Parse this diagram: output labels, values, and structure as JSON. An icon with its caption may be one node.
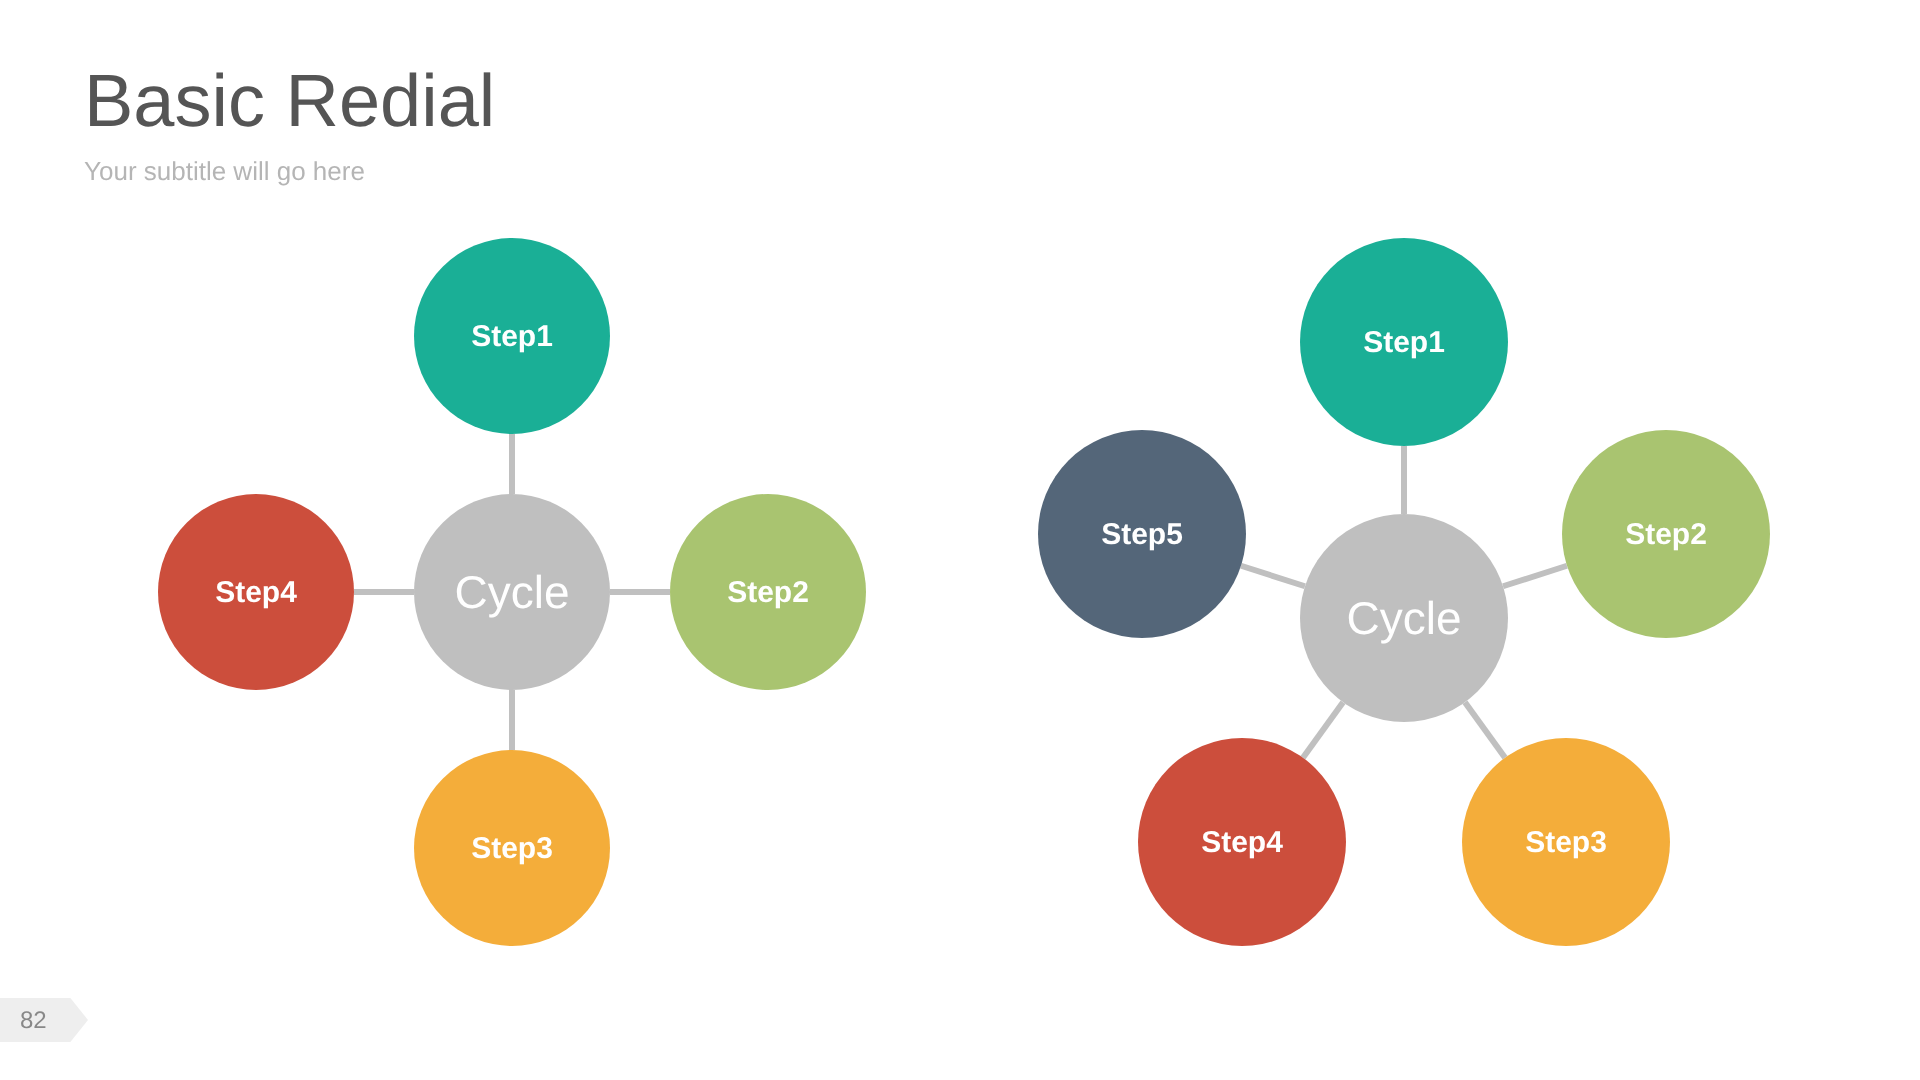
{
  "diagram": {
    "title": "Basic Redial",
    "nodes": [
      {
        "text": [
          "Cycle"
        ]
      },
      {
        "text": [
          "Step1"
        ]
      },
      {
        "text": [
          "Step2"
        ]
      },
      {
        "text": [
          "Step3"
        ]
      },
      {
        "text": [
          "Step4"
        ]
      },
      {
        "text": [
          "Cycle"
        ]
      },
      {
        "text": [
          "Step1"
        ]
      },
      {
        "text": [
          "Step2"
        ]
      },
      {
        "text": [
          "Step3"
        ]
      },
      {
        "text": [
          "Step4"
        ]
      },
      {
        "text": [
          "Step5"
        ]
      }
    ],
    "edges": [
      {
        "from": 0,
        "to": 1,
        "arrow": "none"
      },
      {
        "from": 0,
        "to": 2,
        "arrow": "none"
      },
      {
        "from": 0,
        "to": 3,
        "arrow": "none"
      },
      {
        "from": 0,
        "to": 4,
        "arrow": "none"
      },
      {
        "from": 5,
        "to": 6,
        "arrow": "none"
      },
      {
        "from": 5,
        "to": 7,
        "arrow": "none"
      },
      {
        "from": 5,
        "to": 8,
        "arrow": "none"
      },
      {
        "from": 5,
        "to": 9,
        "arrow": "none"
      },
      {
        "from": 5,
        "to": 10,
        "arrow": "none"
      }
    ],
    "labels": [
      "Your subtitle will go here",
      "82"
    ]
  }
}
